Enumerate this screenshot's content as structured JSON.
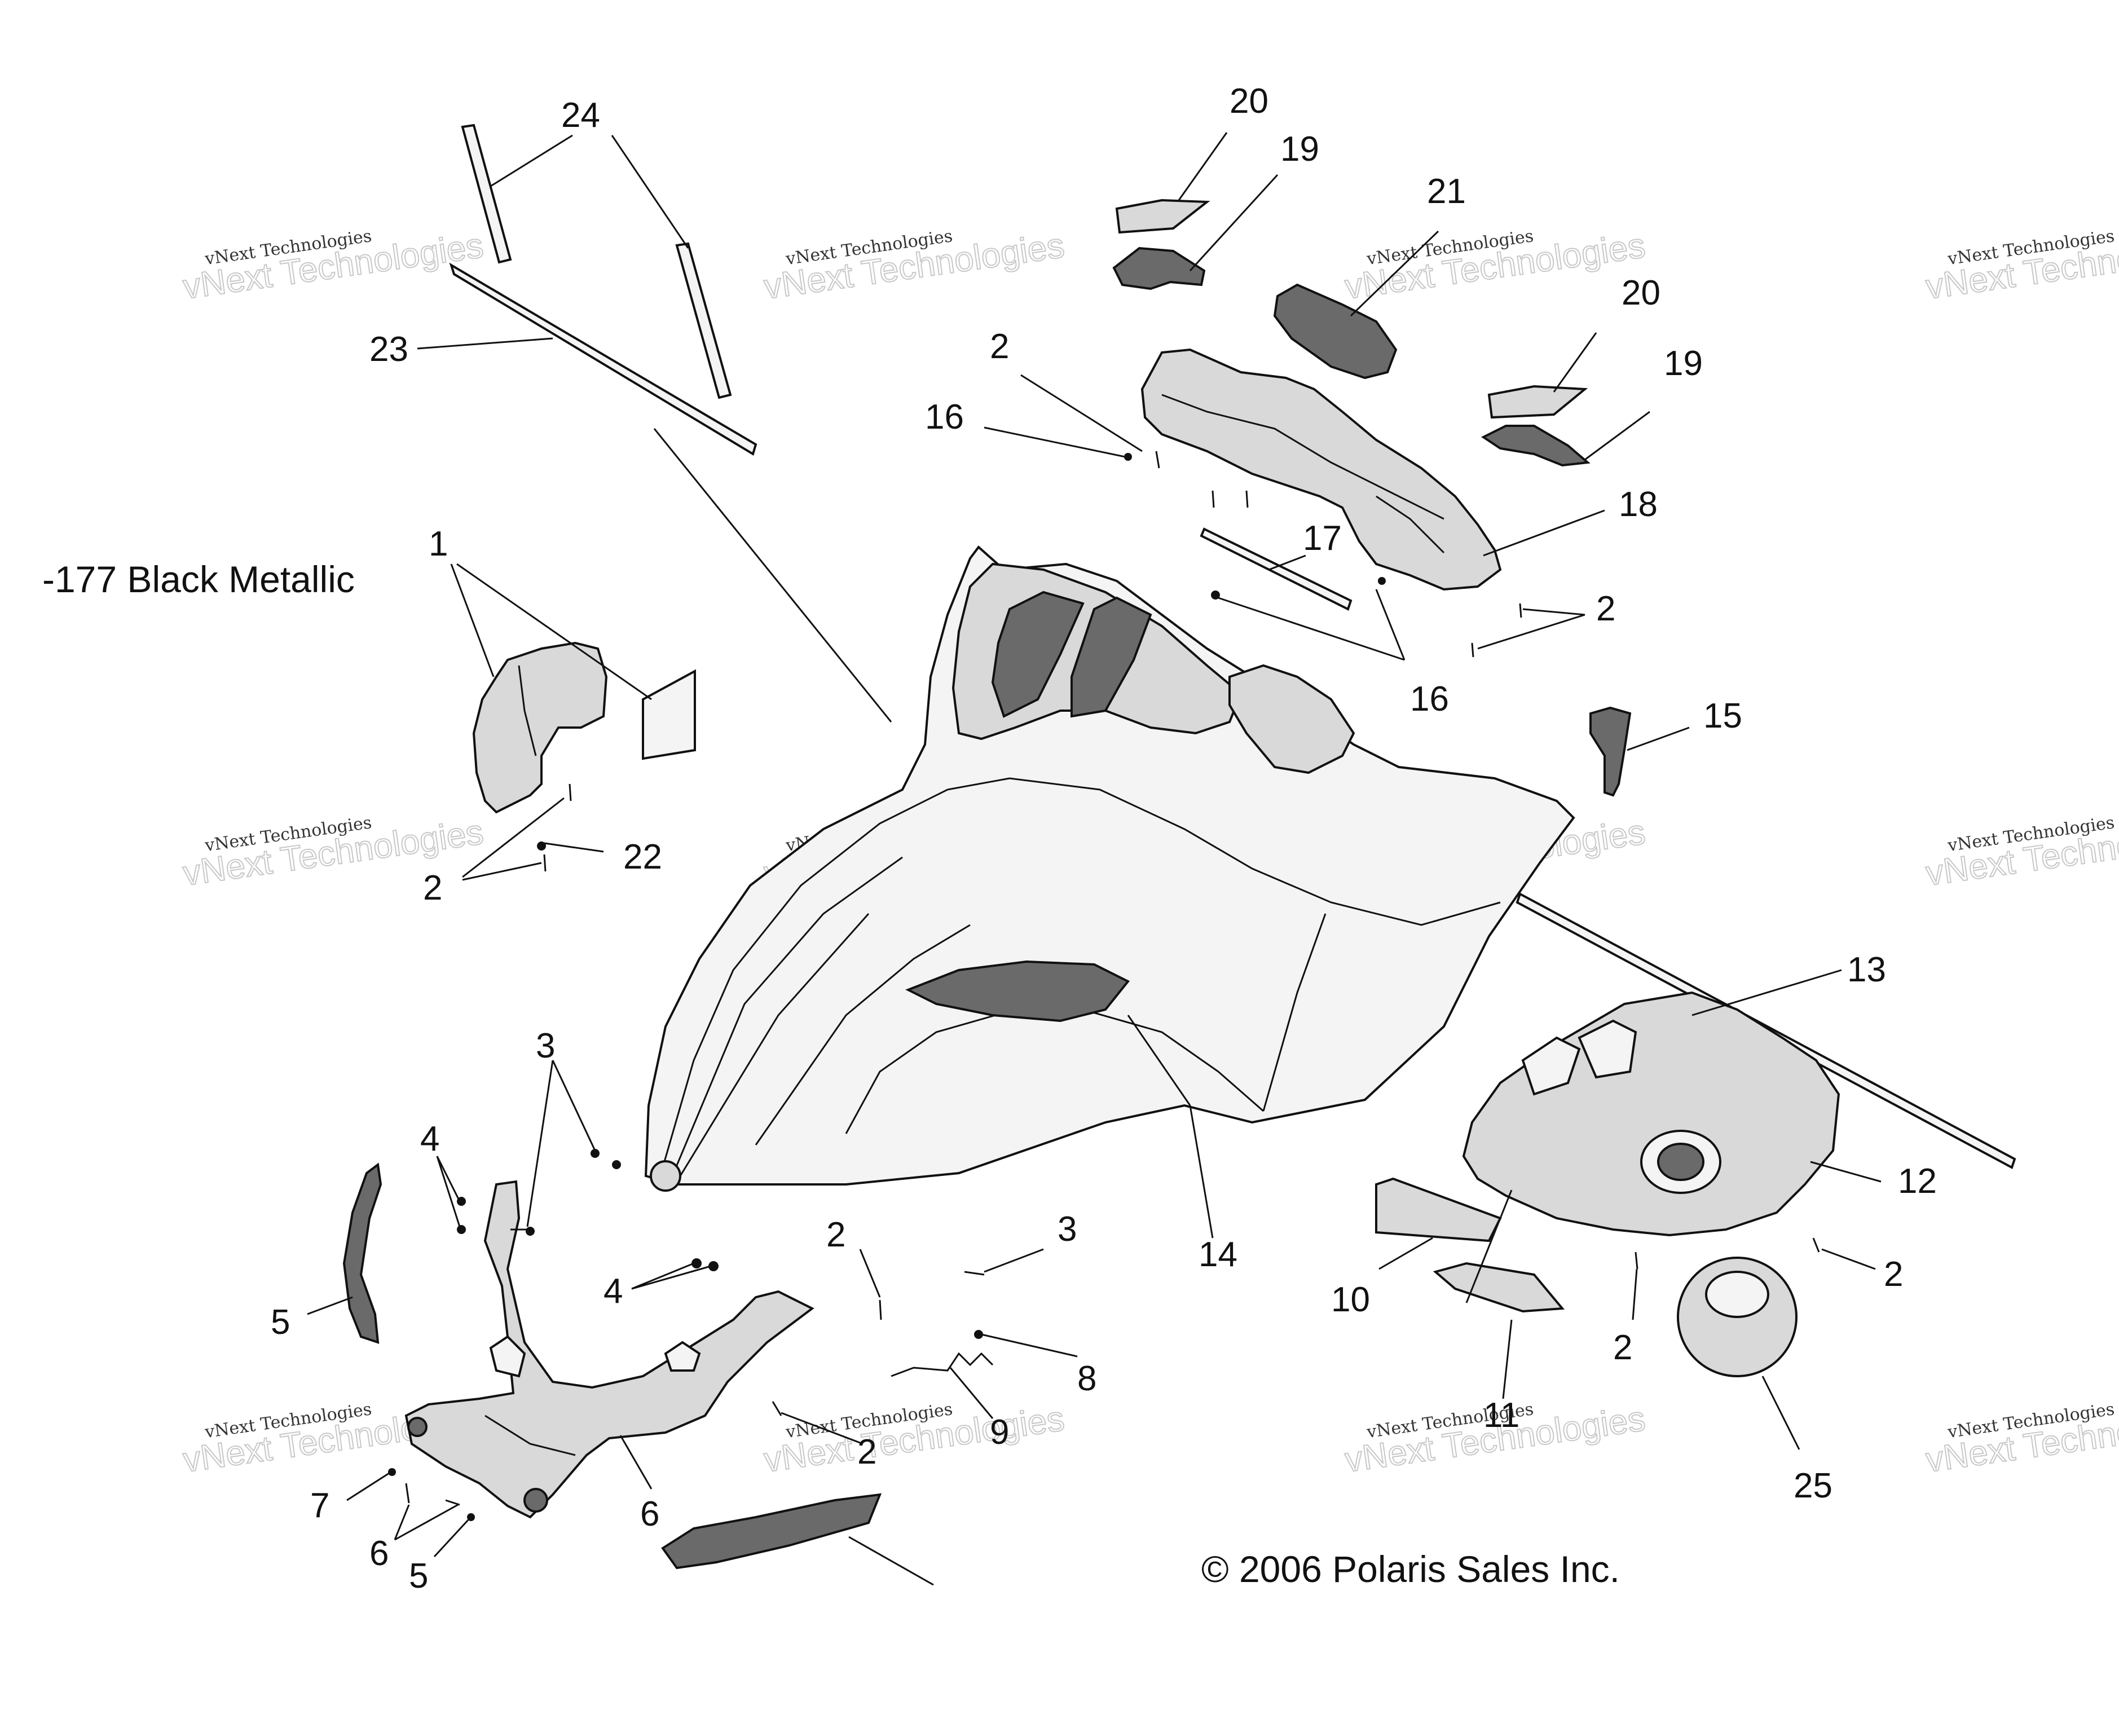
{
  "diagram": {
    "variant_label": "-177 Black Metallic",
    "copyright": "© 2006 Polaris Sales Inc.",
    "watermark": {
      "line1": "vNext Technologies",
      "line2": "vNext Technologies"
    },
    "callouts": [
      "24",
      "23",
      "20",
      "19",
      "21",
      "20",
      "19",
      "2",
      "16",
      "18",
      "17",
      "2",
      "16",
      "1",
      "2",
      "22",
      "15",
      "13",
      "12",
      "3",
      "4",
      "5",
      "2",
      "3",
      "4",
      "9",
      "2",
      "14",
      "10",
      "11",
      "2",
      "2",
      "25",
      "8",
      "6",
      "7",
      "6",
      "5"
    ]
  }
}
